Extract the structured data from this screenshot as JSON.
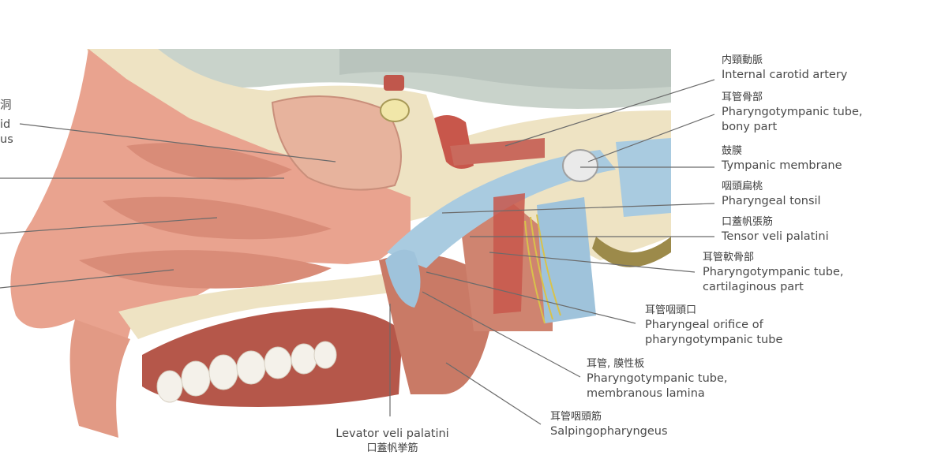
{
  "colors": {
    "background": "#ffffff",
    "leader_line": "#6b6b6b",
    "soft_tissue": "#e8a28f",
    "bone": "#efe5c7",
    "cartilage": "#a9cbe0",
    "muscle": "#c97a66",
    "brain": "#c7d1c8",
    "teeth": "#f4f1ea"
  },
  "left_cut": {
    "fragment_1": "洞",
    "fragment_2": "id",
    "fragment_3": "us"
  },
  "labels": {
    "internal_carotid": {
      "cn": "内頸動脈",
      "en": "Internal carotid artery"
    },
    "bony_part": {
      "cn": "耳管骨部",
      "en1": "Pharyngotympanic tube,",
      "en2": "bony part"
    },
    "tympanic": {
      "cn": "鼓膜",
      "en": "Tympanic membrane"
    },
    "tonsil": {
      "cn": "咽頭扁桃",
      "en": "Pharyngeal tonsil"
    },
    "tensor": {
      "cn": "口蓋帆張筋",
      "en": "Tensor veli palatini"
    },
    "cartilaginous": {
      "cn": "耳管軟骨部",
      "en1": "Pharyngotympanic tube,",
      "en2": "cartilaginous part"
    },
    "orifice": {
      "cn": "耳管咽頭口",
      "en1": "Pharyngeal orifice of",
      "en2": "pharyngotympanic tube"
    },
    "membranous": {
      "cn": "耳管, 膜性板",
      "en1": "Pharyngotympanic tube,",
      "en2": "membranous lamina"
    },
    "salpingo": {
      "cn": "耳管咽頭筋",
      "en": "Salpingopharyngeus"
    },
    "levator": {
      "en": "Levator veli palatini",
      "cn": "口蓋帆挙筋"
    }
  }
}
